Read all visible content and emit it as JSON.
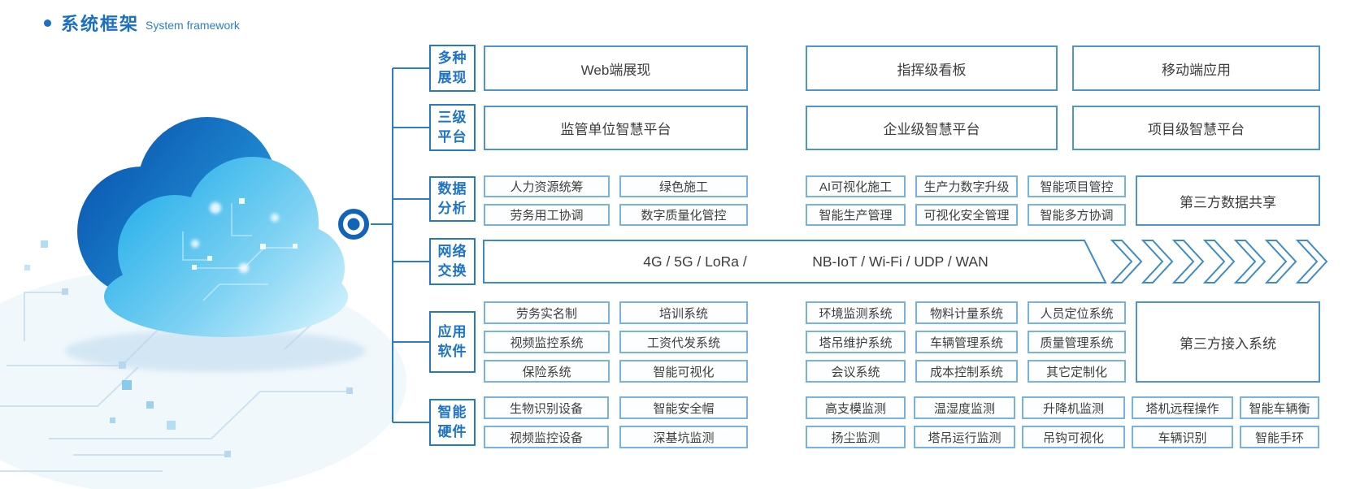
{
  "title": {
    "zh": "系统框架",
    "en": "System framework"
  },
  "colors": {
    "accent": "#1d74c4",
    "line": "#2e7cc3",
    "box_border": "#5b9fd8",
    "text": "#3d3d3d"
  },
  "categories": [
    "多种\n展现",
    "三级\n平台",
    "数据\n分析",
    "网络\n交换",
    "应用\n软件",
    "智能\n硬件"
  ],
  "display_row": [
    "Web端展现",
    "指挥级看板",
    "移动端应用"
  ],
  "platform_row": [
    "监管单位智慧平台",
    "企业级智慧平台",
    "项目级智慧平台"
  ],
  "analysis": {
    "line1": [
      "人力资源统筹",
      "绿色施工",
      "AI可视化施工",
      "生产力数字升级",
      "智能项目管控"
    ],
    "line2": [
      "劳务用工协调",
      "数字质量化管控",
      "智能生产管理",
      "可视化安全管理",
      "智能多方协调"
    ],
    "side": "第三方数据共享"
  },
  "network": {
    "left": "4G / 5G / LoRa /",
    "right": "NB-IoT / Wi-Fi / UDP / WAN"
  },
  "software": {
    "line1": [
      "劳务实名制",
      "培训系统",
      "环境监测系统",
      "物料计量系统",
      "人员定位系统"
    ],
    "line2": [
      "视频监控系统",
      "工资代发系统",
      "塔吊维护系统",
      "车辆管理系统",
      "质量管理系统"
    ],
    "line3": [
      "保险系统",
      "智能可视化",
      "会议系统",
      "成本控制系统",
      "其它定制化"
    ],
    "side": "第三方接入系统"
  },
  "hardware": {
    "line1": [
      "生物识别设备",
      "智能安全帽",
      "高支模监测",
      "温湿度监测",
      "升降机监测",
      "塔机远程操作",
      "智能车辆衡"
    ],
    "line2": [
      "视频监控设备",
      "深基坑监测",
      "扬尘监测",
      "塔吊运行监测",
      "吊钩可视化",
      "车辆识别",
      "智能手环"
    ]
  }
}
